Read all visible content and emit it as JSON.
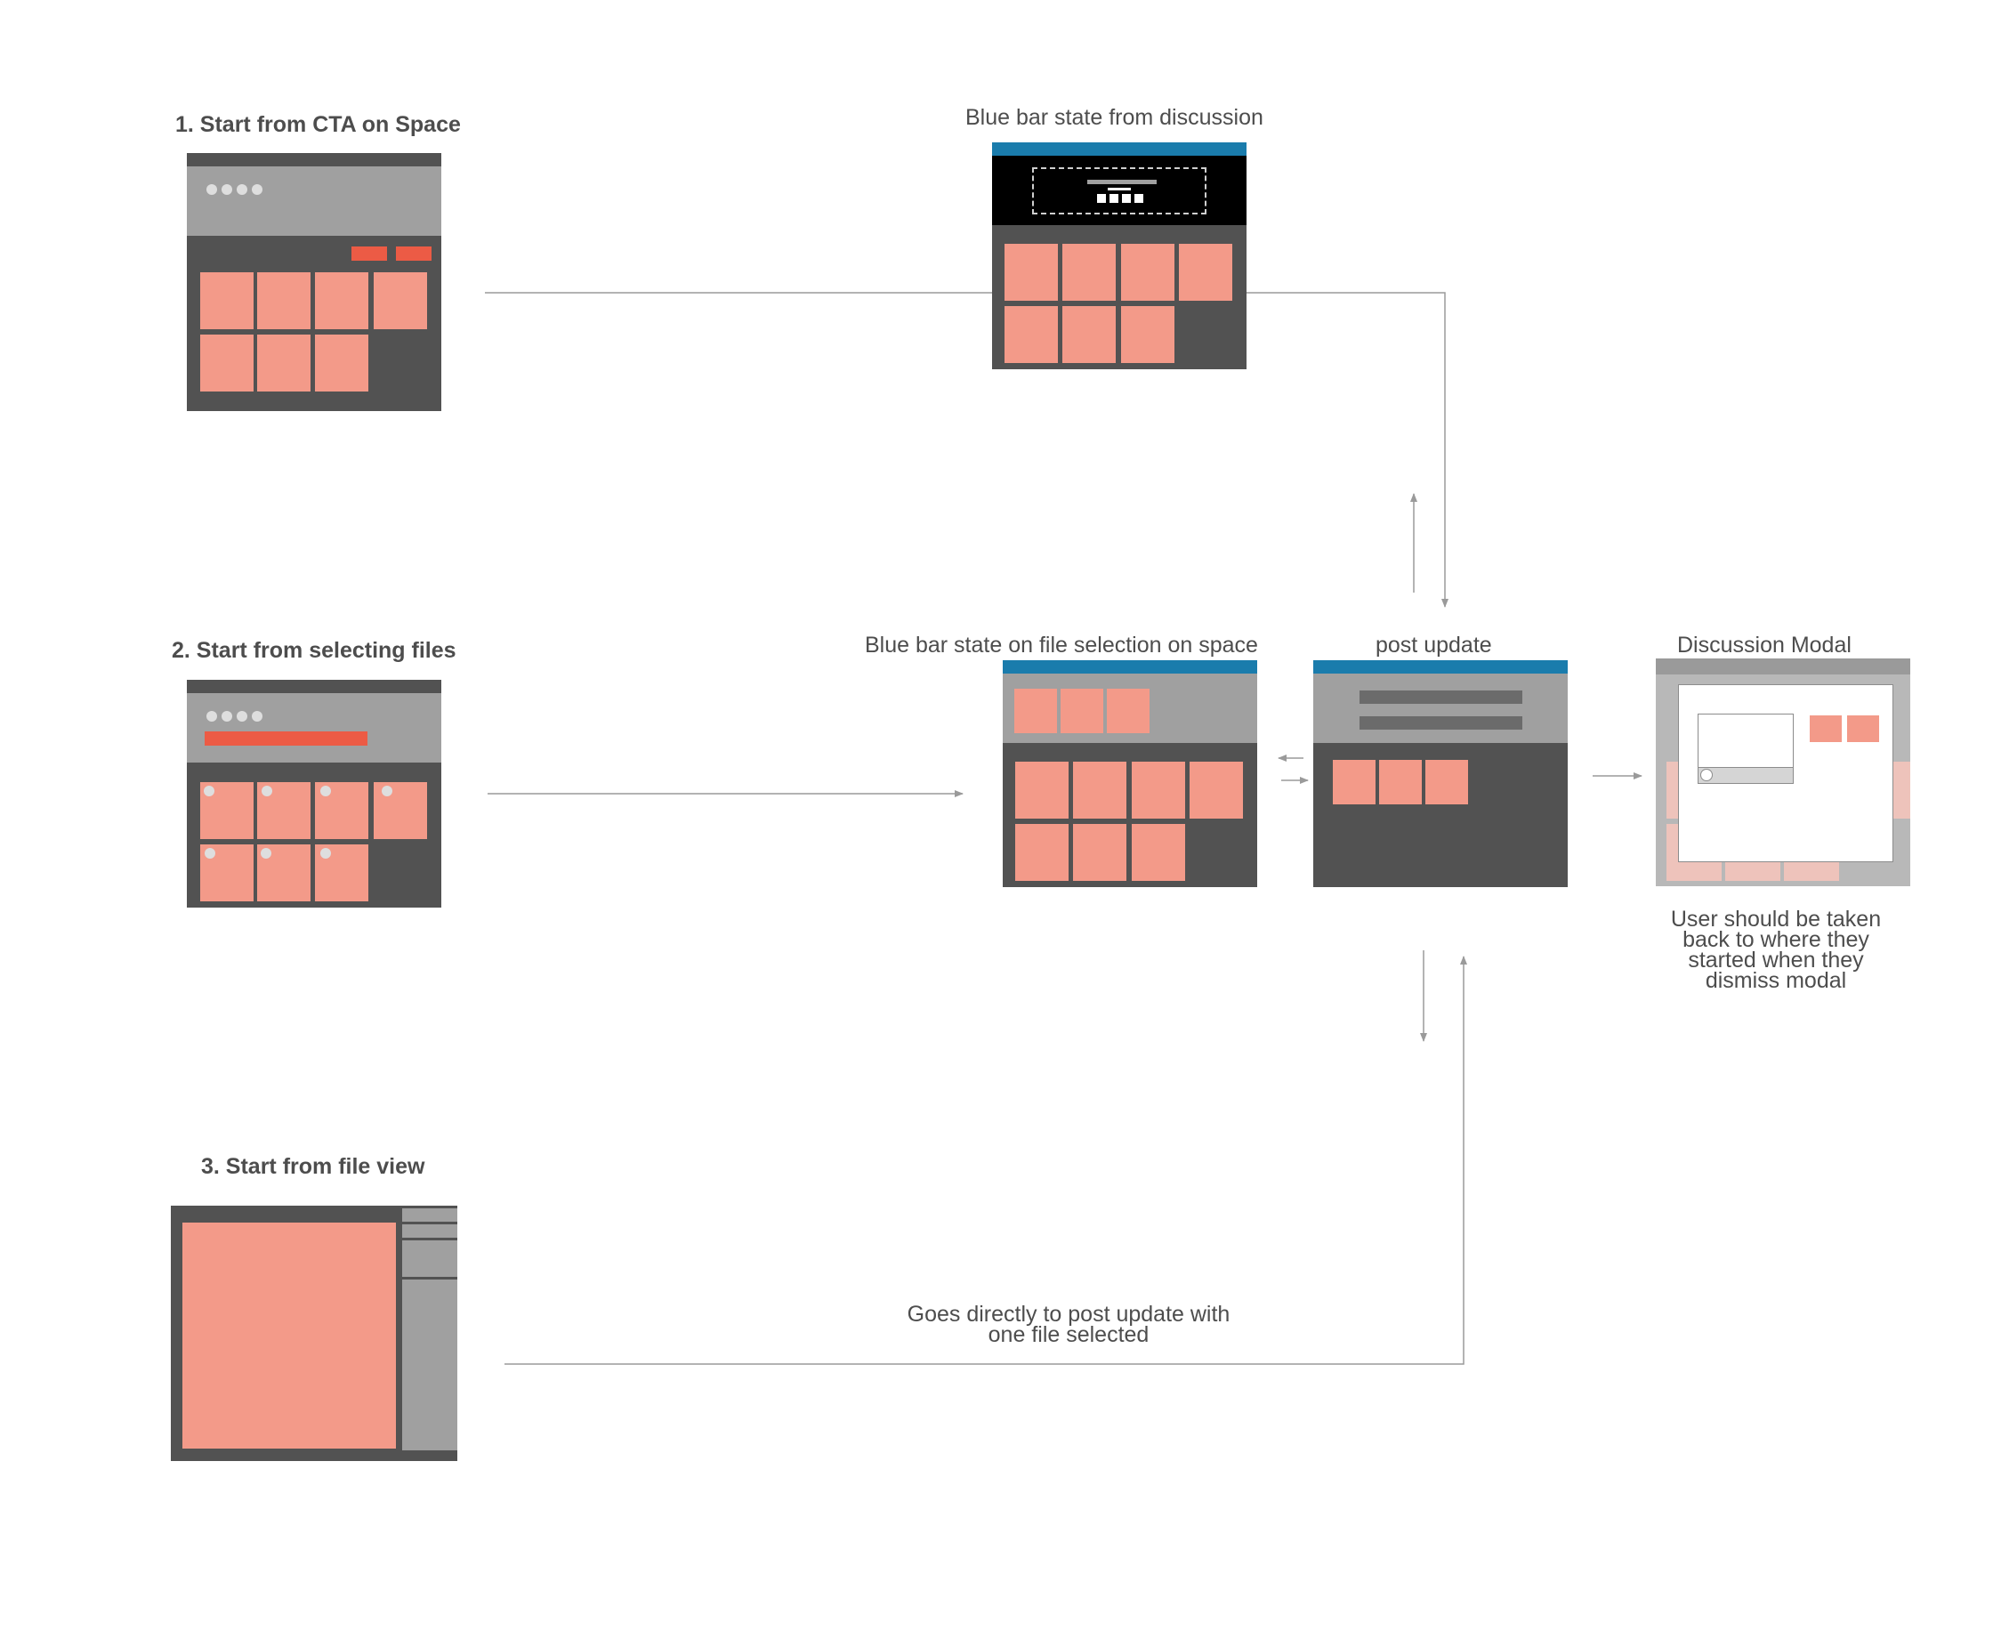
{
  "labels": {
    "start_cta": "1. Start from CTA on Space",
    "start_selecting": "2. Start from selecting files",
    "start_file_view": "3. Start from file view",
    "blue_bar_discussion": "Blue bar state from discussion",
    "blue_bar_file_selection": "Blue bar state on file selection on space",
    "post_update": "post update",
    "discussion_modal": "Discussion Modal"
  },
  "notes": {
    "dismiss_modal": [
      "User should be taken",
      "back to where they",
      "started when they",
      "dismiss modal"
    ],
    "file_view_direct": [
      "Goes directly to post update with",
      "one file selected"
    ]
  },
  "colors": {
    "dark_panel": "#525252",
    "header_gray": "#a0a0a0",
    "tile": "#f39a89",
    "accent_red": "#ec5b45",
    "blue_bar": "#1a7cac",
    "black_header": "#000000",
    "line": "#9a9a9a"
  }
}
